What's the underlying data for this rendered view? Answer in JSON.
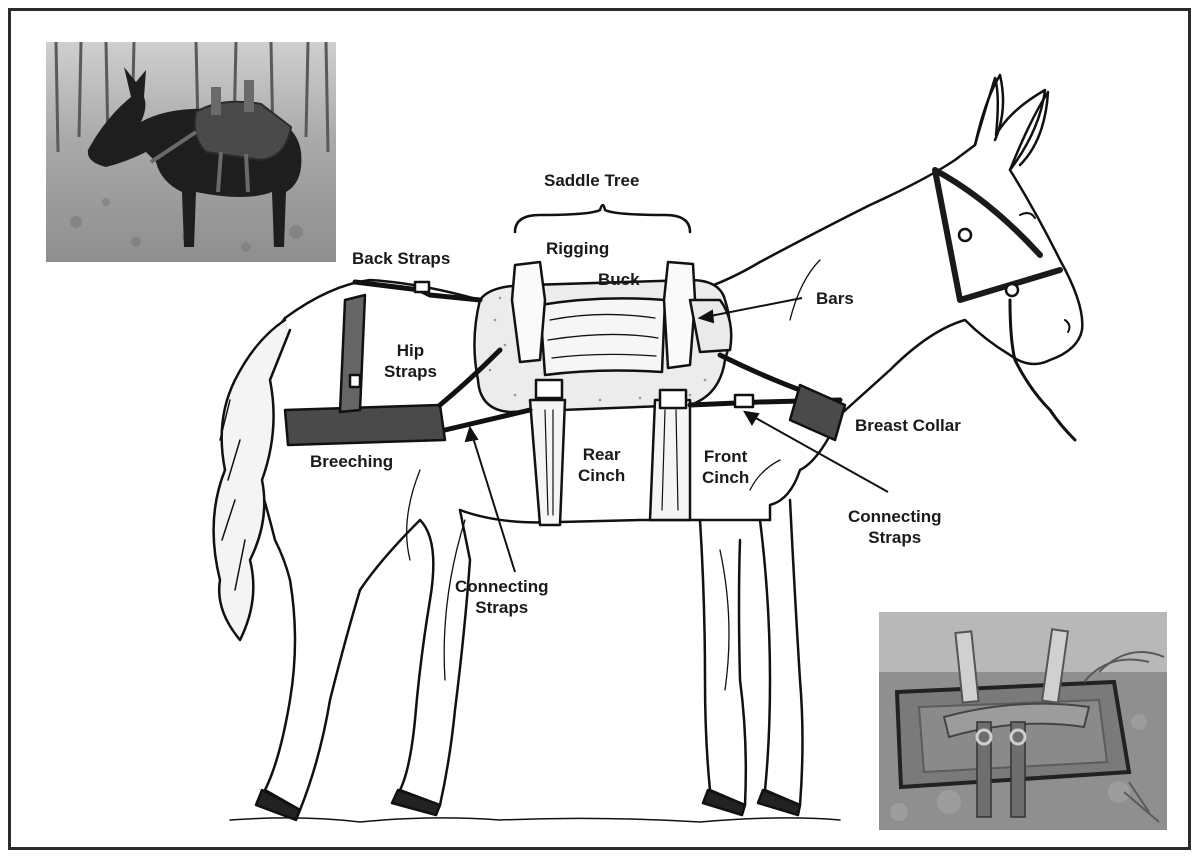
{
  "labels": {
    "saddle_tree": "Saddle Tree",
    "rigging": "Rigging",
    "buck": "Buck",
    "back_straps": "Back Straps",
    "bars": "Bars",
    "hip_straps": "Hip\nStraps",
    "breast_collar": "Breast Collar",
    "breeching": "Breeching",
    "rear_cinch": "Rear\nCinch",
    "front_cinch": "Front\nCinch",
    "connecting_straps_right": "Connecting\nStraps",
    "connecting_straps_bottom": "Connecting\nStraps"
  },
  "colors": {
    "line": "#111111",
    "frame": "#2b2b2b",
    "pad_fill": "#e8e8e8",
    "strap_fill": "#555555"
  }
}
